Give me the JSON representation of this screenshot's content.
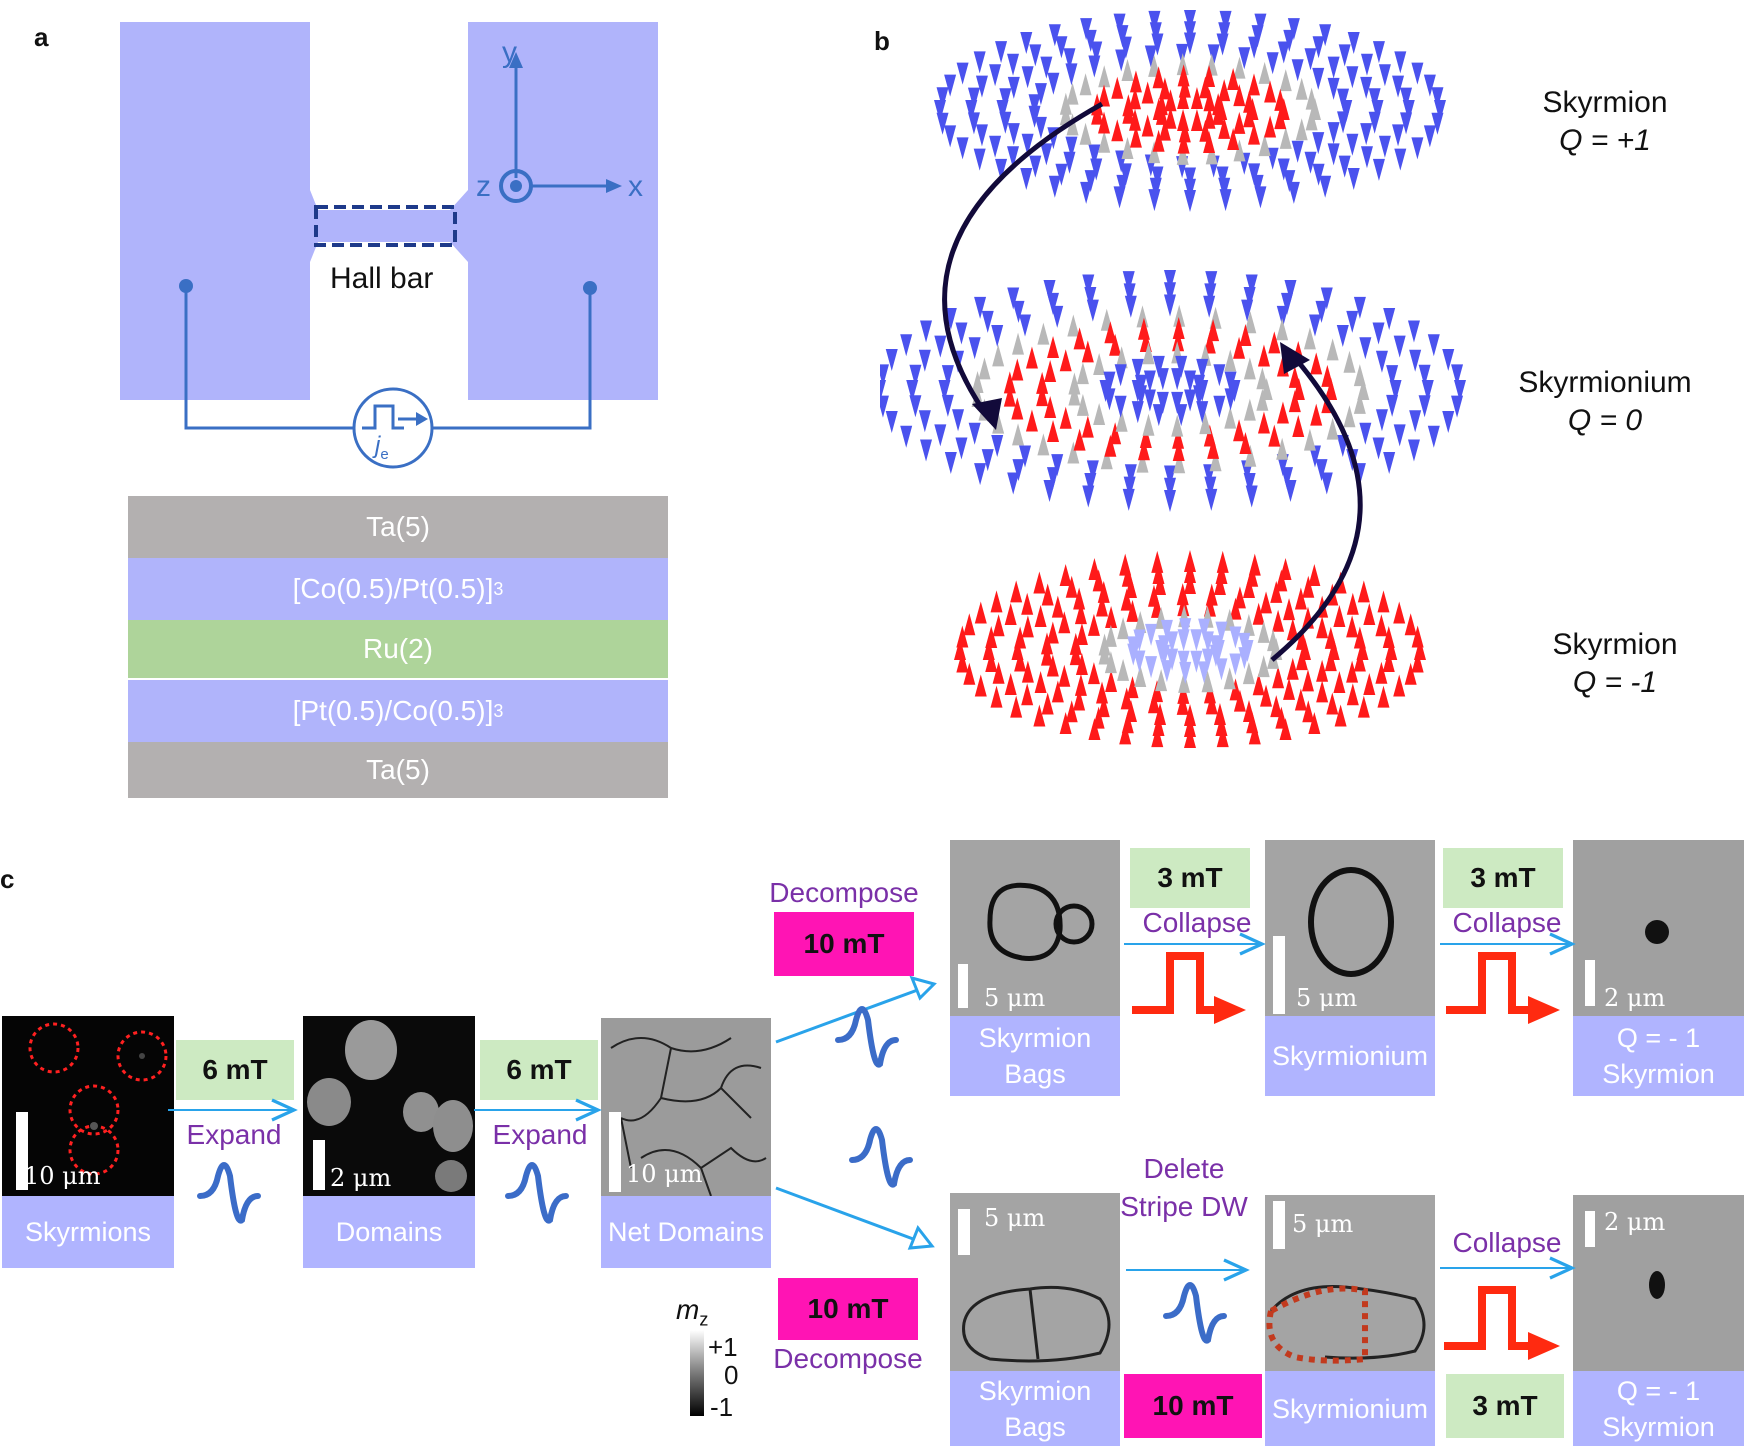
{
  "panels": {
    "a": "a",
    "b": "b",
    "c": "c"
  },
  "panel_a": {
    "axis_y": "y",
    "axis_x": "x",
    "axis_z": "z",
    "hall_bar": "Hall bar",
    "current_symbol": "j",
    "current_sub": "e",
    "layers": [
      {
        "text": "Ta(5)",
        "sub": "",
        "color": "#b3b0b0"
      },
      {
        "text": "[Co(0.5)/Pt(0.5)]",
        "sub": "3",
        "color": "#b0b4fb"
      },
      {
        "text": "Ru(2)",
        "sub": "",
        "color": "#aed49a"
      },
      {
        "text": "[Pt(0.5)/Co(0.5)]",
        "sub": "3",
        "color": "#b0b4fb"
      },
      {
        "text": "Ta(5)",
        "sub": "",
        "color": "#b3b0b0"
      }
    ],
    "pad_color": "#b0b4fb",
    "line_color": "#3a6fc4"
  },
  "panel_b": {
    "states": [
      {
        "name": "Skyrmion",
        "q": "Q = +1"
      },
      {
        "name": "Skyrmionium",
        "q": "Q = 0"
      },
      {
        "name": "Skyrmion",
        "q": "Q = -1"
      }
    ],
    "colors": {
      "up": "#ff1a1a",
      "down": "#4a52ee",
      "inplane": "#b8b8b8",
      "light": "#aab0ff"
    }
  },
  "panel_c": {
    "labels": {
      "skyrmions": "Skyrmions",
      "domains": "Domains",
      "net_domains": "Net Domains",
      "skyrmion_bags_top": "Skyrmion Bags",
      "skyrmionium_top": "Skyrmionium",
      "q_skyrmion_top": "Q = - 1 Skyrmion",
      "skyrmion_bags_bottom": "Skyrmion Bags",
      "skyrmionium_bottom": "Skyrmionium",
      "q_skyrmion_bottom": "Q = - 1 Skyrmion"
    },
    "fields": {
      "f6a": "6 mT",
      "f6b": "6 mT",
      "f10_top": "10 mT",
      "f10_bottom": "10 mT",
      "f10_delete": "10 mT",
      "f3_top1": "3 mT",
      "f3_top2": "3 mT",
      "f3_bottom": "3 mT"
    },
    "actions": {
      "expand1": "Expand",
      "expand2": "Expand",
      "decompose_top": "Decompose",
      "decompose_bottom": "Decompose",
      "collapse1": "Collapse",
      "collapse2": "Collapse",
      "collapse3": "Collapse",
      "delete_stripe_dw": "Delete Stripe DW"
    },
    "scales": {
      "s1": "10 μm",
      "s2": "2 μm",
      "s3": "10 μm",
      "s4": "5 μm",
      "s5": "5 μm",
      "s6": "2 μm",
      "s7": "5 μm",
      "s8": "5 μm",
      "s9": "2 μm"
    },
    "colorbar": {
      "label": "m",
      "sub": "z",
      "max": "+1",
      "mid": "0",
      "min": "-1"
    }
  }
}
